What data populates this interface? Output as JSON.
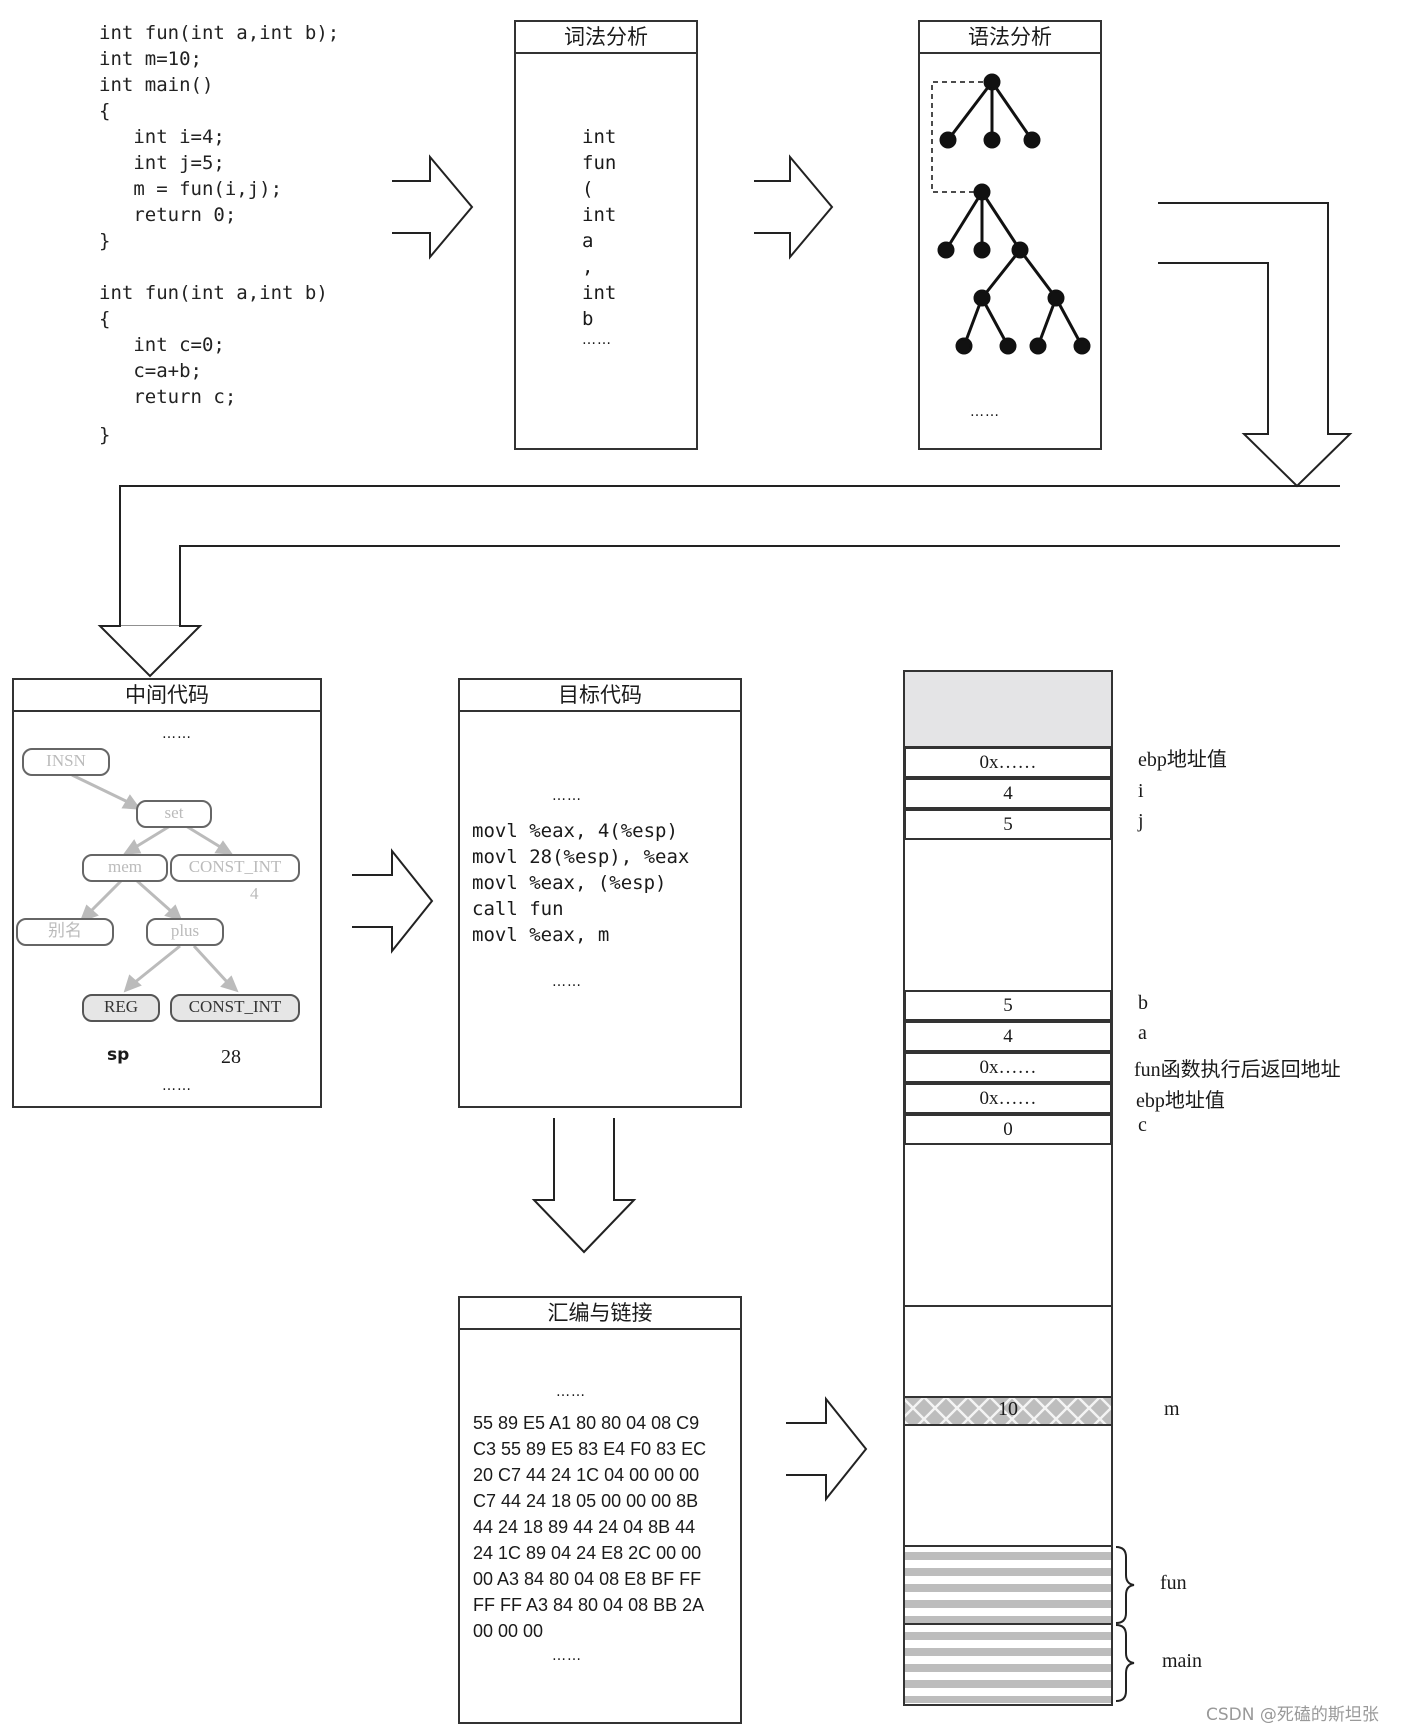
{
  "source_code": [
    "int fun(int a,int b);",
    "int m=10;",
    "int main()",
    "{",
    "   int i=4;",
    "   int j=5;",
    "   m = fun(i,j);",
    "   return 0;",
    "}",
    "int fun(int a,int b)",
    "{",
    "   int c=0;",
    "   c=a+b;",
    "   return c;",
    "}"
  ],
  "lexical": {
    "title": "词法分析",
    "tokens": [
      "int",
      "fun",
      "(",
      "int",
      "a",
      ",",
      "int",
      "b",
      "……"
    ]
  },
  "syntax": {
    "title": "语法分析",
    "ellipsis": "……"
  },
  "ir": {
    "title": "中间代码",
    "top_ellipsis": "……",
    "bottom_ellipsis": "……",
    "nodes": {
      "insn": "INSN",
      "set": "set",
      "mem": "mem",
      "const_int_top": "CONST_INT",
      "const_val": "4",
      "alias": "别名",
      "plus": "plus",
      "reg": "REG",
      "const_int_bottom": "CONST_INT"
    },
    "sp_label": "sp",
    "sp_value": "28"
  },
  "target": {
    "title": "目标代码",
    "top_ellipsis": "……",
    "lines": [
      "movl %eax, 4(%esp)",
      "movl 28(%esp), %eax",
      "movl %eax, (%esp)",
      "call fun",
      "movl %eax, m"
    ],
    "bottom_ellipsis": "……"
  },
  "asm_link": {
    "title": "汇编与链接",
    "top_ellipsis": "……",
    "lines": [
      "55 89 E5 A1 80 80 04 08 C9",
      "C3 55 89 E5 83 E4 F0 83 EC",
      "20 C7 44 24 1C 04 00 00 00",
      "C7 44 24 18 05 00 00 00 8B",
      "44 24 18 89 44 24 04 8B 44",
      "24 1C 89 04 24 E8 2C 00 00",
      "00 A3 84 80 04 08 E8 BF FF",
      "FF FF A3 84 80 04 08 BB 2A",
      "00 00 00"
    ],
    "bottom_ellipsis": "……"
  },
  "memory": {
    "cells": [
      {
        "value": "0x……",
        "label": "ebp地址值"
      },
      {
        "value": "4",
        "label": "i"
      },
      {
        "value": "5",
        "label": "j"
      },
      {
        "value": "5",
        "label": "b"
      },
      {
        "value": "4",
        "label": "a"
      },
      {
        "value": "0x……",
        "label": "fun函数执行后返回地址"
      },
      {
        "value": "0x……",
        "label": "ebp地址值"
      },
      {
        "value": "0",
        "label": "c"
      }
    ],
    "global_m": {
      "value": "10",
      "label": "m"
    },
    "code_segments": {
      "fun": "fun",
      "main": "main"
    }
  },
  "watermark": "CSDN @死磕的斯坦张"
}
